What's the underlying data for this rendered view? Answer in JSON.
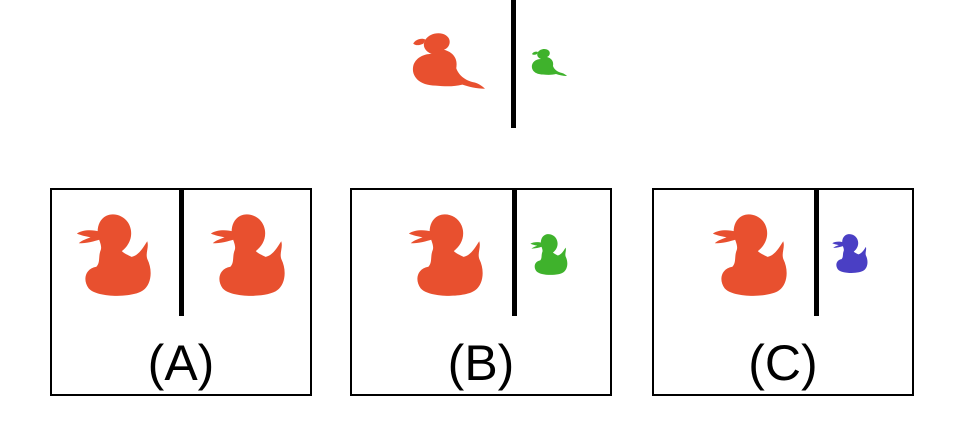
{
  "prompt": {
    "left": {
      "icon": "snake-icon",
      "size": "large",
      "color": "#e8502f"
    },
    "right": {
      "icon": "snake-icon",
      "size": "small",
      "color": "#3fb22c"
    }
  },
  "options": [
    {
      "label": "(A)",
      "left": {
        "icon": "duck-icon",
        "size": "large",
        "color": "#e8502f"
      },
      "right": {
        "icon": "duck-icon",
        "size": "large",
        "color": "#e8502f"
      }
    },
    {
      "label": "(B)",
      "left": {
        "icon": "duck-icon",
        "size": "large",
        "color": "#e8502f"
      },
      "right": {
        "icon": "duck-icon",
        "size": "small",
        "color": "#3fb22c"
      }
    },
    {
      "label": "(C)",
      "left": {
        "icon": "duck-icon",
        "size": "large",
        "color": "#e8502f"
      },
      "right": {
        "icon": "duck-icon",
        "size": "small",
        "color": "#4a3fc4"
      }
    }
  ]
}
